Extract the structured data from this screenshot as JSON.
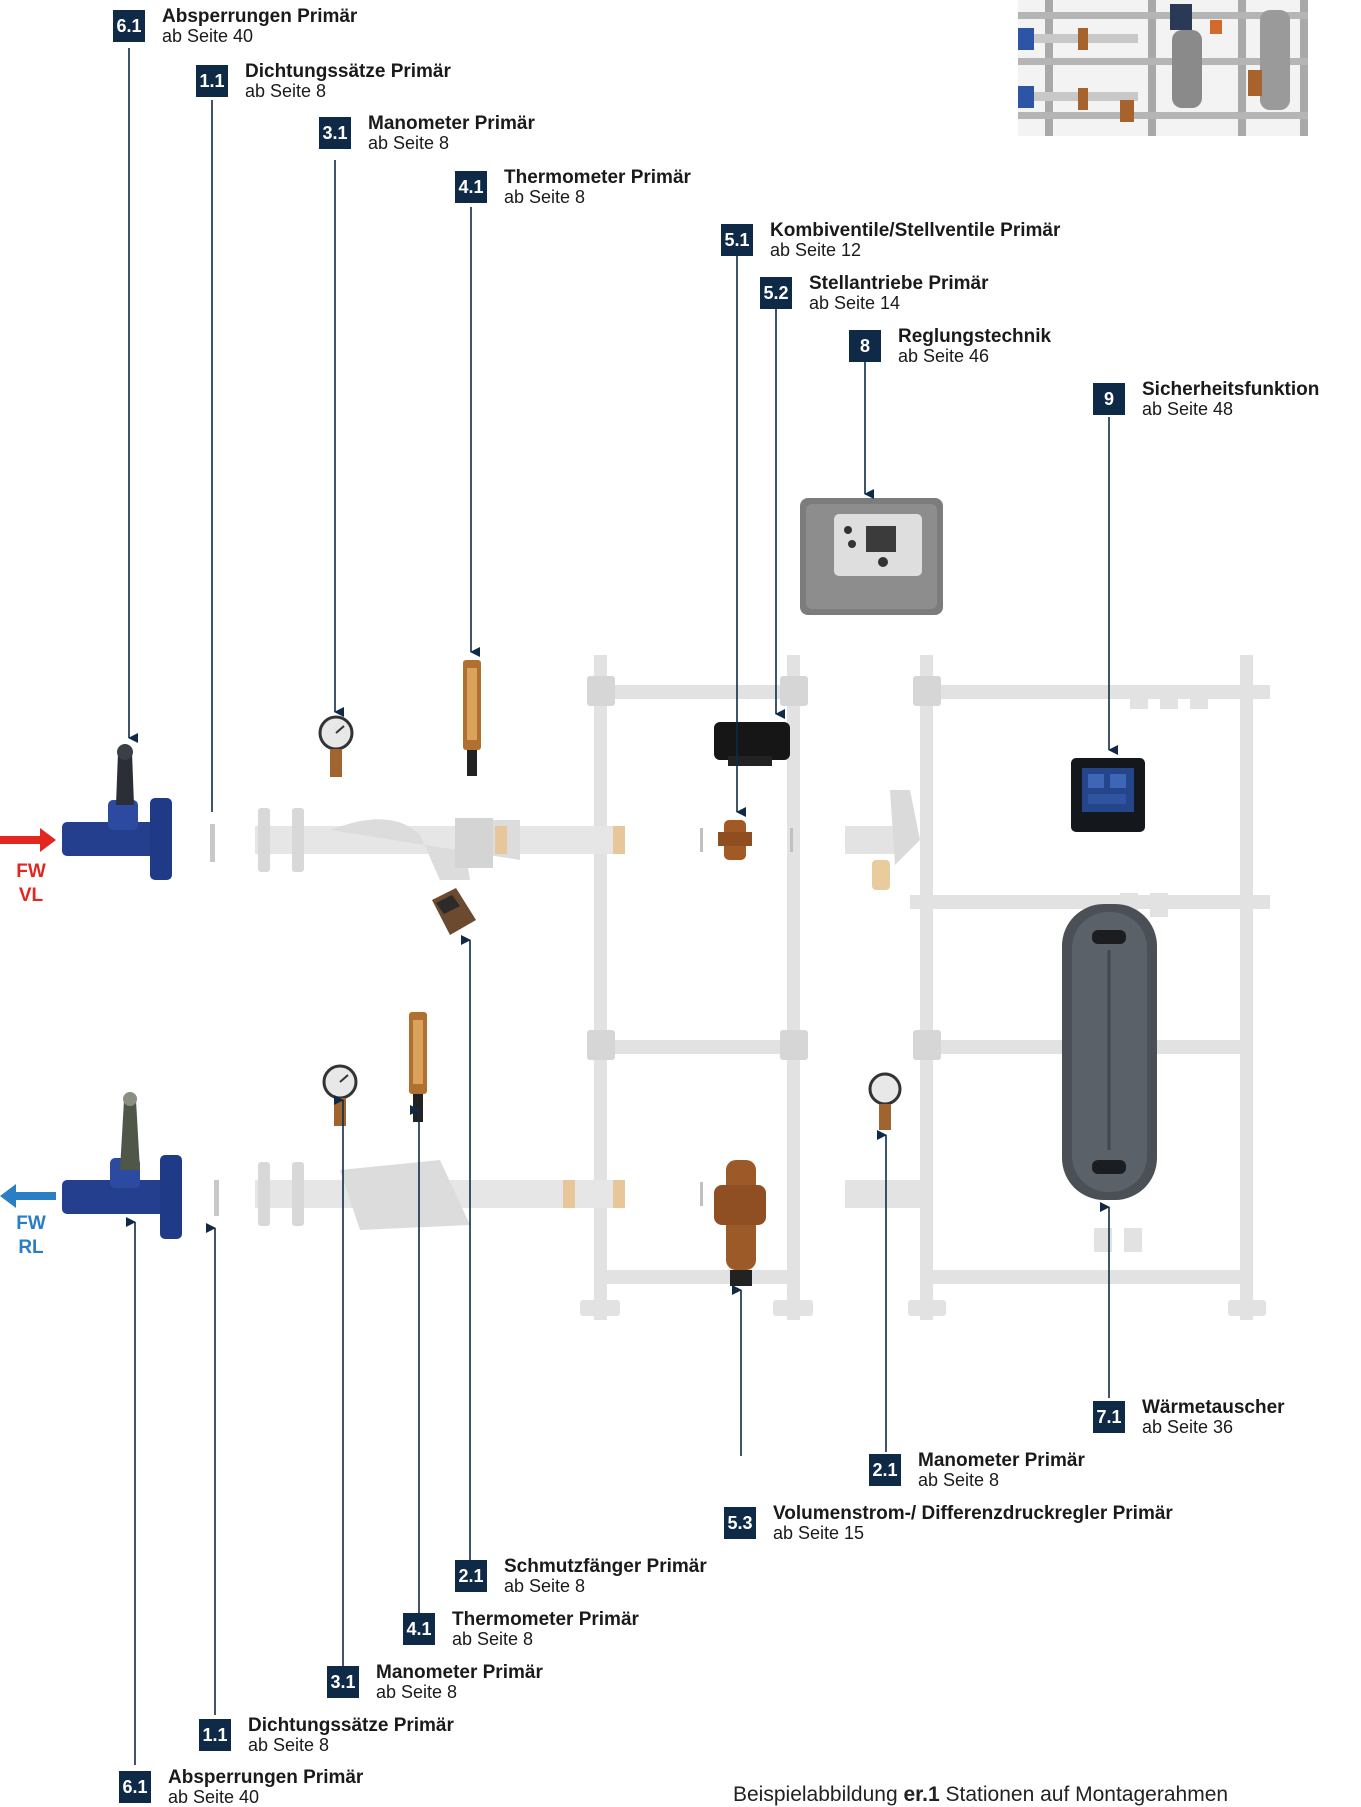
{
  "callouts": {
    "top_6_1": {
      "badge": "6.1",
      "title": "Absperrungen Primär",
      "sub": "ab Seite 40"
    },
    "top_1_1": {
      "badge": "1.1",
      "title": "Dichtungssätze Primär",
      "sub": "ab Seite 8"
    },
    "top_3_1": {
      "badge": "3.1",
      "title": "Manometer Primär",
      "sub": "ab Seite 8"
    },
    "top_4_1": {
      "badge": "4.1",
      "title": "Thermometer Primär",
      "sub": "ab Seite 8"
    },
    "top_5_1": {
      "badge": "5.1",
      "title": "Kombiventile/Stellventile Primär",
      "sub": "ab Seite 12"
    },
    "top_5_2": {
      "badge": "5.2",
      "title": "Stellantriebe Primär",
      "sub": "ab Seite 14"
    },
    "top_8": {
      "badge": "8",
      "title": "Reglungstechnik",
      "sub": "ab Seite 46"
    },
    "top_9": {
      "badge": "9",
      "title": "Sicherheitsfunktion",
      "sub": "ab Seite 48"
    },
    "bot_7_1": {
      "badge": "7.1",
      "title": "Wärmetauscher",
      "sub": "ab Seite 36"
    },
    "bot_2_1_manometer": {
      "badge": "2.1",
      "title": "Manometer Primär",
      "sub": "ab Seite 8"
    },
    "bot_5_3": {
      "badge": "5.3",
      "title": "Volumenstrom-/ Differenzdruckregler Primär",
      "sub": "ab Seite 15"
    },
    "bot_2_1_schmutz": {
      "badge": "2.1",
      "title": "Schmutzfänger Primär",
      "sub": "ab Seite 8"
    },
    "bot_4_1": {
      "badge": "4.1",
      "title": "Thermometer Primär",
      "sub": "ab Seite 8"
    },
    "bot_3_1": {
      "badge": "3.1",
      "title": "Manometer Primär",
      "sub": "ab Seite 8"
    },
    "bot_1_1": {
      "badge": "1.1",
      "title": "Dichtungssätze Primär",
      "sub": "ab Seite 8"
    },
    "bot_6_1": {
      "badge": "6.1",
      "title": "Absperrungen Primär",
      "sub": "ab Seite 40"
    }
  },
  "flows": {
    "supply": {
      "line1": "FW",
      "line2": "VL",
      "color": "#e3261f"
    },
    "return": {
      "line1": "FW",
      "line2": "RL",
      "color": "#2a7fc4"
    }
  },
  "caption": {
    "prefix": "Beispielabbildung ",
    "bold": "er.1",
    "suffix": " Stationen auf Montagerahmen"
  },
  "colors": {
    "badge": "#0f2a47",
    "frame": "#d9d9d9",
    "pipe": "#e6e6e6",
    "valve_blue": "#233f8e",
    "bronze": "#9b5a2a"
  }
}
